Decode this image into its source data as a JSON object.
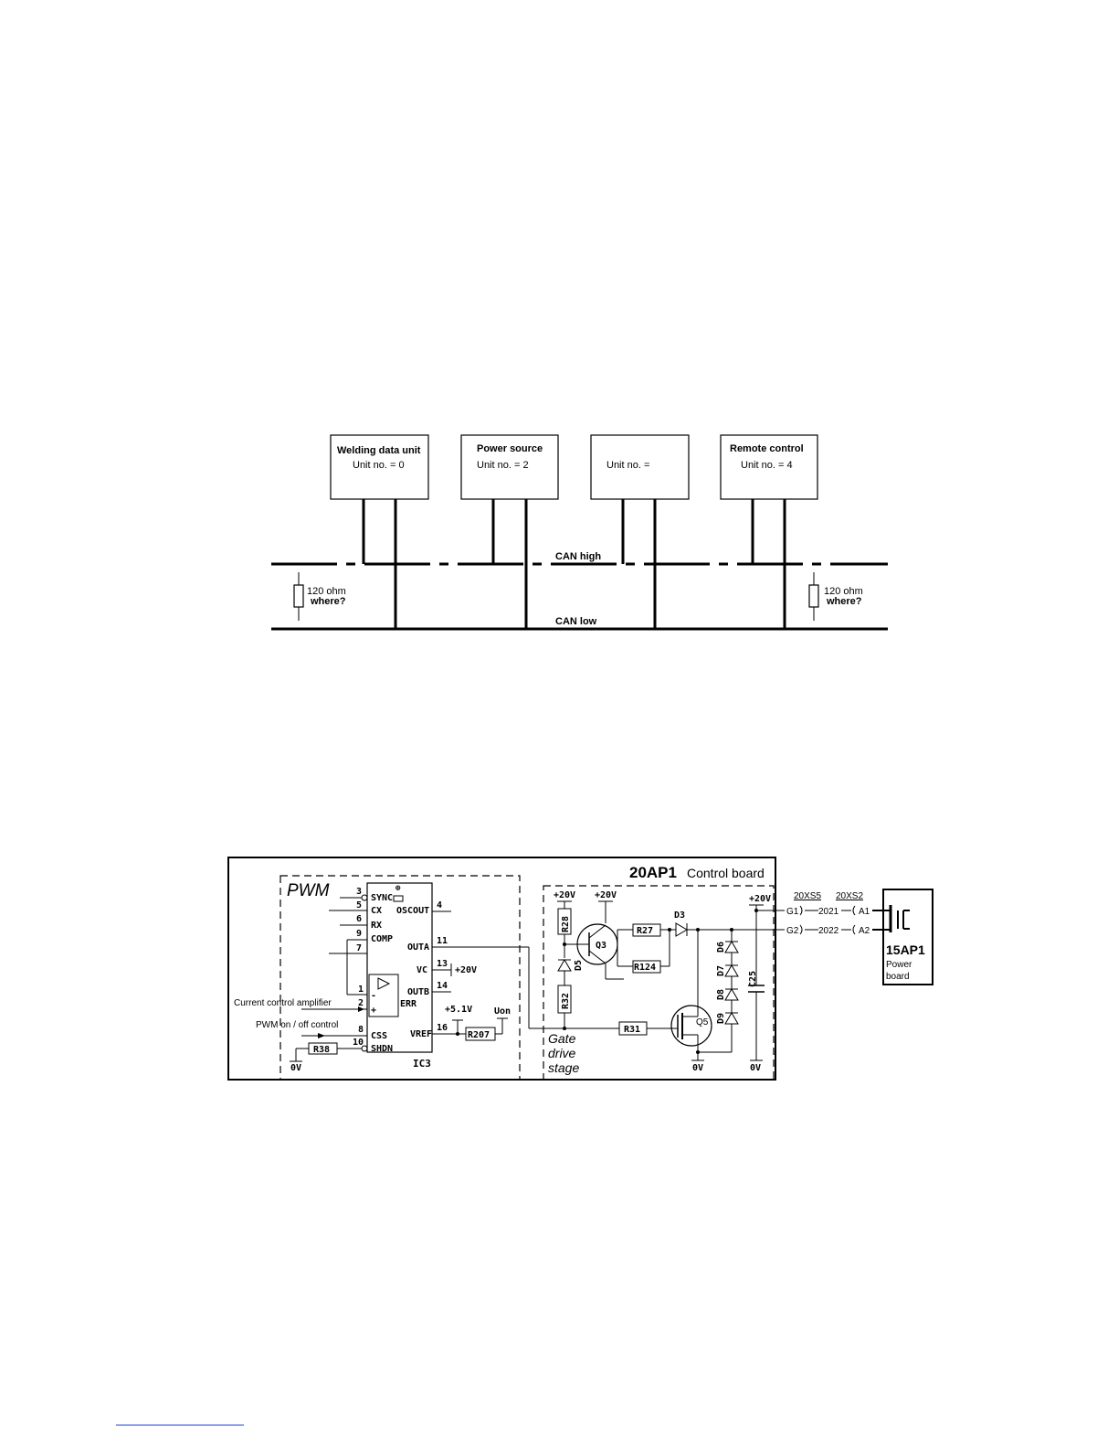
{
  "can_diagram": {
    "units": [
      {
        "name": "Welding data unit",
        "unit_no": "Unit no. = 0"
      },
      {
        "name": "Power source",
        "unit_no": "Unit no. = 2"
      },
      {
        "name": "",
        "unit_no": "Unit no. ="
      },
      {
        "name": "Remote control",
        "unit_no": "Unit no. = 4"
      }
    ],
    "can_high_label": "CAN high",
    "can_low_label": "CAN low",
    "terminators": [
      {
        "value": "120 ohm",
        "question": "where?"
      },
      {
        "value": "120 ohm",
        "question": "where?"
      }
    ]
  },
  "circuit": {
    "board_title": "20AP1",
    "board_subtitle": "Control board",
    "pwm_label": "PWM",
    "ic_name": "IC3",
    "ic_left_pins": [
      {
        "num": "3",
        "name": "SYNC"
      },
      {
        "num": "5",
        "name": "CX"
      },
      {
        "num": "6",
        "name": "RX"
      },
      {
        "num": "9",
        "name": "COMP"
      },
      {
        "num": "7",
        "name": ""
      },
      {
        "num": "1",
        "name": "-"
      },
      {
        "num": "2",
        "name": "+"
      },
      {
        "num": "8",
        "name": "CSS"
      },
      {
        "num": "10",
        "name": "SHDN"
      }
    ],
    "ic_right_pins": [
      {
        "num": "4",
        "name": "OSCOUT"
      },
      {
        "num": "11",
        "name": "OUTA"
      },
      {
        "num": "13",
        "name": "VC"
      },
      {
        "num": "14",
        "name": "OUTB"
      },
      {
        "num": "16",
        "name": "VREF"
      }
    ],
    "err_label": "ERR",
    "vc_supply": "+20V",
    "vref_supply": "+5.1V",
    "uon_label": "Uon",
    "r207": "R207",
    "r38": "R38",
    "zero_volt": "0V",
    "current_control_label": "Current control amplifier",
    "pwm_onoff_label": "PWM on / off control",
    "gate_drive_lines": [
      "Gate",
      "drive",
      "stage"
    ],
    "gate_components": {
      "plus20_a": "+20V",
      "plus20_b": "+20V",
      "plus20_c": "+20V",
      "r28": "R28",
      "q3": "Q3",
      "d5": "D5",
      "r32": "R32",
      "r27": "R27",
      "r124": "R124",
      "d3": "D3",
      "r31": "R31",
      "q5": "Q5",
      "d6": "D6",
      "d7": "D7",
      "d8": "D8",
      "d9": "D9",
      "c25": "C25",
      "zero_a": "0V",
      "zero_b": "0V"
    },
    "connectors": {
      "xs5": "20XS5",
      "xs2": "20XS2",
      "g1": "G1",
      "g2": "G2",
      "w1": "2021",
      "w2": "2022",
      "a1": "A1",
      "a2": "A2"
    },
    "power_board": {
      "name": "15AP1",
      "line1": "Power",
      "line2": "board"
    }
  }
}
